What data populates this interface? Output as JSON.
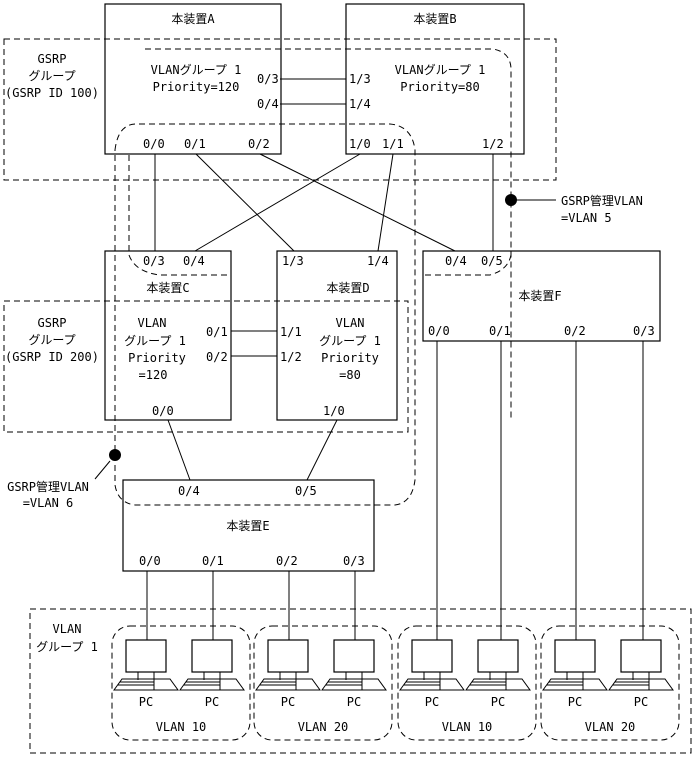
{
  "devices": {
    "A": {
      "label": "本装置A",
      "vlan_group": "VLANグループ 1",
      "priority": "Priority=120",
      "ports": {
        "p03": "0/3",
        "p04": "0/4",
        "p00": "0/0",
        "p01": "0/1",
        "p02": "0/2"
      }
    },
    "B": {
      "label": "本装置B",
      "vlan_group": "VLANグループ 1",
      "priority": "Priority=80",
      "ports": {
        "p13": "1/3",
        "p14": "1/4",
        "p10": "1/0",
        "p11": "1/1",
        "p12": "1/2"
      }
    },
    "C": {
      "label": "本装置C",
      "vlan_line1": "VLAN",
      "vlan_line2": "グループ 1",
      "priority_line1": "Priority",
      "priority_line2": "=120",
      "ports": {
        "p03": "0/3",
        "p04": "0/4",
        "p01": "0/1",
        "p02": "0/2",
        "p00": "0/0"
      }
    },
    "D": {
      "label": "本装置D",
      "vlan_line1": "VLAN",
      "vlan_line2": "グループ 1",
      "priority_line1": "Priority",
      "priority_line2": "=80",
      "ports": {
        "p13": "1/3",
        "p14": "1/4",
        "p11": "1/1",
        "p12": "1/2",
        "p10": "1/0"
      }
    },
    "E": {
      "label": "本装置E",
      "ports": {
        "p04": "0/4",
        "p05": "0/5",
        "p00": "0/0",
        "p01": "0/1",
        "p02": "0/2",
        "p03": "0/3"
      }
    },
    "F": {
      "label": "本装置F",
      "ports": {
        "p04": "0/4",
        "p05": "0/5",
        "p00": "0/0",
        "p01": "0/1",
        "p02": "0/2",
        "p03": "0/3"
      }
    }
  },
  "gsrp_groups": [
    {
      "line1": "GSRP",
      "line2": "グループ",
      "line3": "(GSRP ID 100)"
    },
    {
      "line1": "GSRP",
      "line2": "グループ",
      "line3": "(GSRP ID 200)"
    }
  ],
  "management_vlans": [
    {
      "line1": "GSRP管理VLAN",
      "line2": "=VLAN 5"
    },
    {
      "line1": "GSRP管理VLAN",
      "line2": "=VLAN 6"
    }
  ],
  "bottom_group": {
    "line1": "VLAN",
    "line2": "グループ 1"
  },
  "pc_label": "PC",
  "pc_clusters": [
    {
      "vlan": "VLAN 10"
    },
    {
      "vlan": "VLAN 20"
    },
    {
      "vlan": "VLAN 10"
    },
    {
      "vlan": "VLAN 20"
    }
  ]
}
